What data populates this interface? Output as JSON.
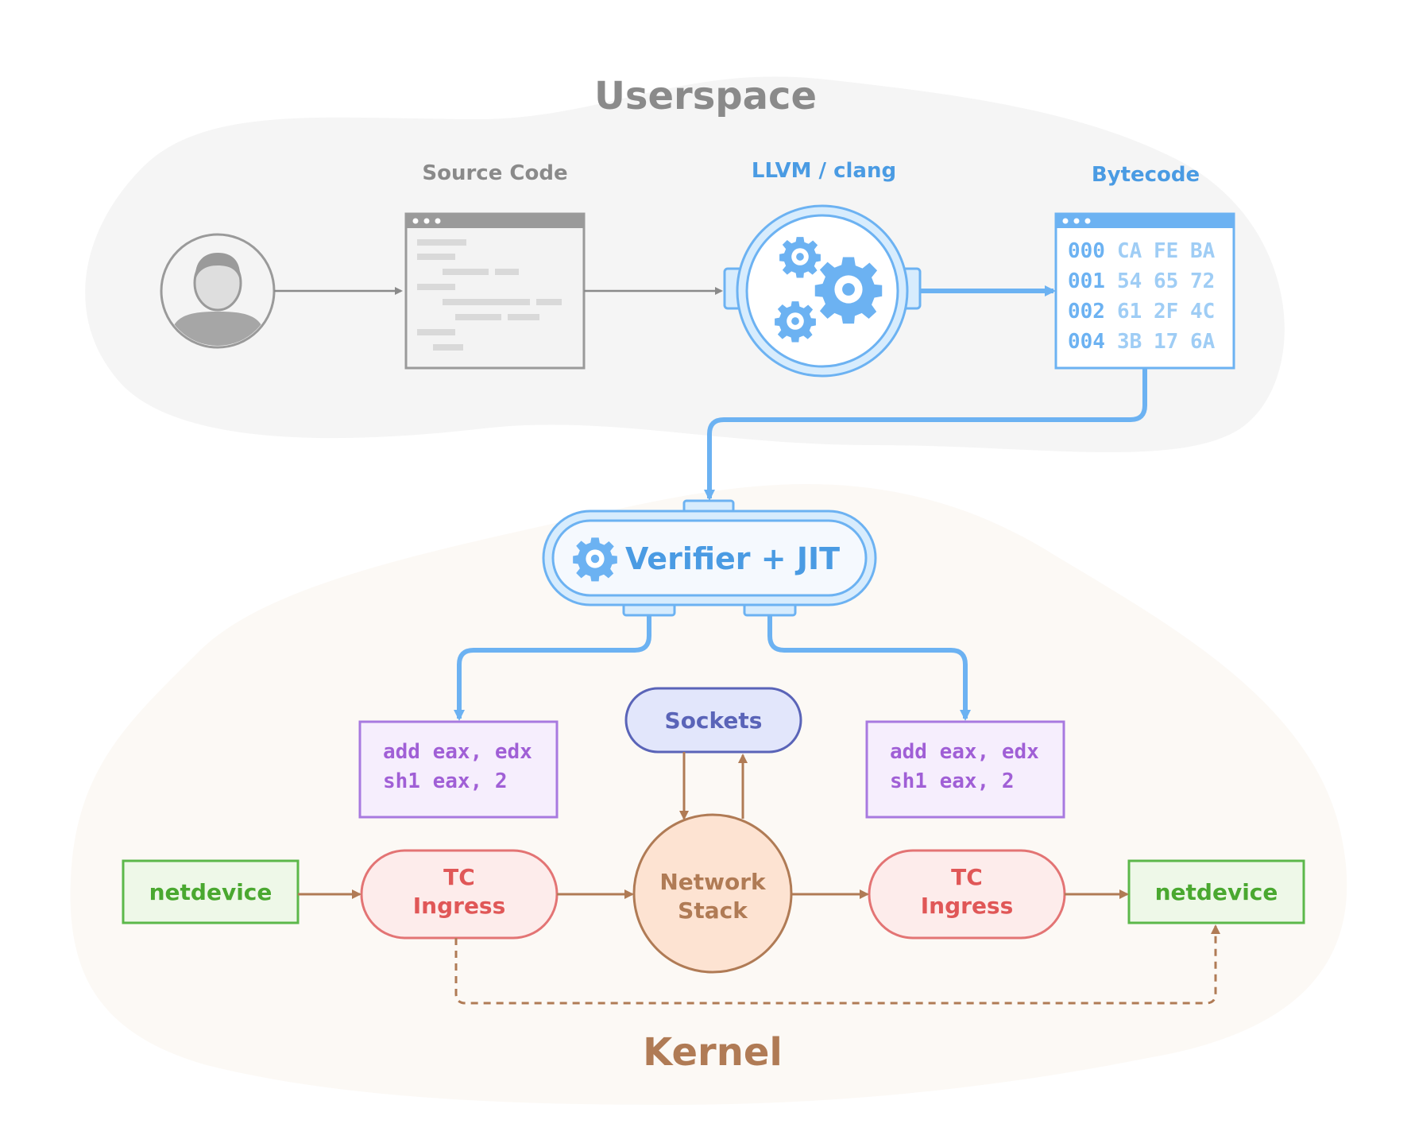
{
  "regions": {
    "userspace": "Userspace",
    "kernel": "Kernel"
  },
  "labels": {
    "source_code": "Source Code",
    "llvm": "LLVM / clang",
    "bytecode": "Bytecode",
    "verifier": "Verifier + JIT",
    "sockets": "Sockets",
    "network_stack_line1": "Network",
    "network_stack_line2": "Stack",
    "tc_left_line1": "TC",
    "tc_left_line2": "Ingress",
    "tc_right_line1": "TC",
    "tc_right_line2": "Ingress",
    "netdevice_left": "netdevice",
    "netdevice_right": "netdevice"
  },
  "bytecode_rows": [
    {
      "addr": "000",
      "b1": "CA",
      "b2": "FE",
      "b3": "BA"
    },
    {
      "addr": "001",
      "b1": "54",
      "b2": "65",
      "b3": "72"
    },
    {
      "addr": "002",
      "b1": "61",
      "b2": "2F",
      "b3": "4C"
    },
    {
      "addr": "004",
      "b1": "3B",
      "b2": "17",
      "b3": "6A"
    }
  ],
  "asm_left": {
    "line1": "add eax, edx",
    "line2": "sh1 eax, 2"
  },
  "asm_right": {
    "line1": "add eax, edx",
    "line2": "sh1 eax, 2"
  },
  "colors": {
    "gray": "#8a8a8a",
    "blue": "#6cb2f2",
    "blue_text": "#4a9be3",
    "purple": "#a05fd6",
    "indigo": "#5a64b8",
    "red": "#e37474",
    "brown": "#b07b55",
    "green": "#4aa830"
  }
}
